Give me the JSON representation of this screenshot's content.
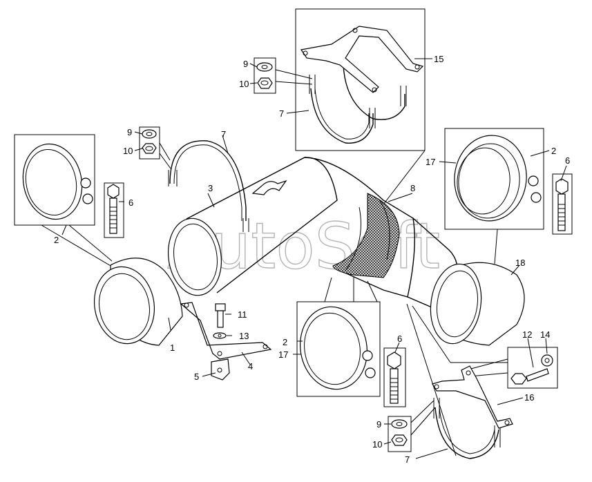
{
  "watermark": "AutoSoft",
  "labels": {
    "l1": "1",
    "l2a": "2",
    "l2b": "2",
    "l2c": "2",
    "l3": "3",
    "l4": "4",
    "l5": "5",
    "l6a": "6",
    "l6b": "6",
    "l6c": "6",
    "l7a": "7",
    "l7b": "7",
    "l7c": "7",
    "l8": "8",
    "l9a": "9",
    "l9b": "9",
    "l9c": "9",
    "l10a": "10",
    "l10b": "10",
    "l10c": "10",
    "l11": "11",
    "l12": "12",
    "l13": "13",
    "l14": "14",
    "l15": "15",
    "l16": "16",
    "l17a": "17",
    "l17b": "17",
    "l18": "18"
  }
}
